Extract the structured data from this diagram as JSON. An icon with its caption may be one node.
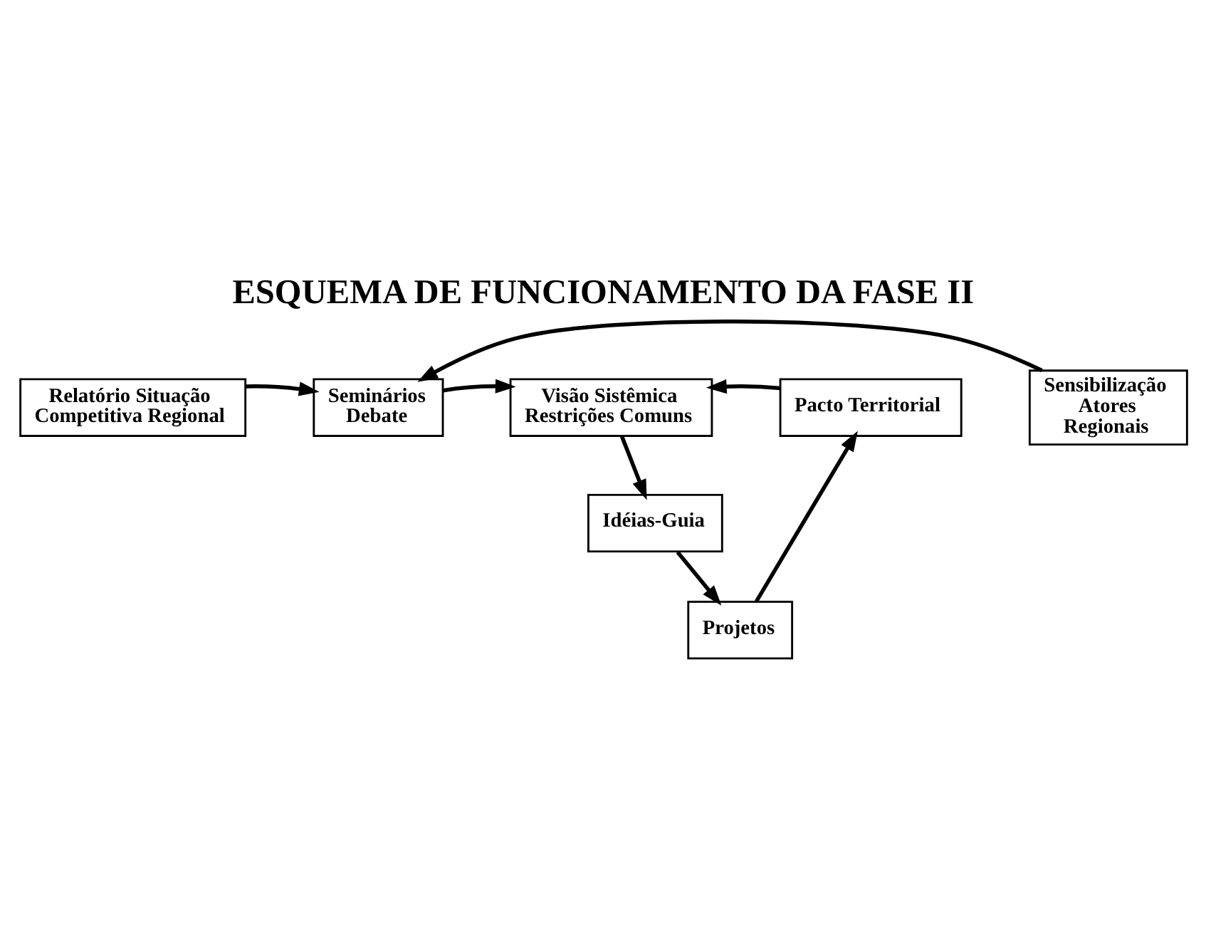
{
  "diagram": {
    "title": "ESQUEMA DE FUNCIONAMENTO DA FASE II",
    "nodes": [
      {
        "text": [
          "Relatório Situação Competitiva Regional"
        ]
      },
      {
        "text": [
          "Seminários Debate"
        ]
      },
      {
        "text": [
          "Sensibilização Atores Regionais"
        ]
      },
      {
        "text": [
          "Visão Sistêmica Restrições Comuns"
        ]
      },
      {
        "text": [
          "Idéias-Guia"
        ]
      },
      {
        "text": [
          "Projetos"
        ]
      },
      {
        "text": [
          "Pacto Territorial"
        ]
      }
    ],
    "edges": [
      {
        "from": 0,
        "to": 1,
        "arrow": "to"
      },
      {
        "from": 2,
        "to": 1,
        "arrow": "to"
      },
      {
        "from": 1,
        "to": 3,
        "arrow": "to"
      },
      {
        "from": 3,
        "to": 4,
        "arrow": "to"
      },
      {
        "from": 4,
        "to": 5,
        "arrow": "to"
      },
      {
        "from": 5,
        "to": 6,
        "arrow": "to"
      },
      {
        "from": 6,
        "to": 3,
        "arrow": "to"
      }
    ]
  }
}
